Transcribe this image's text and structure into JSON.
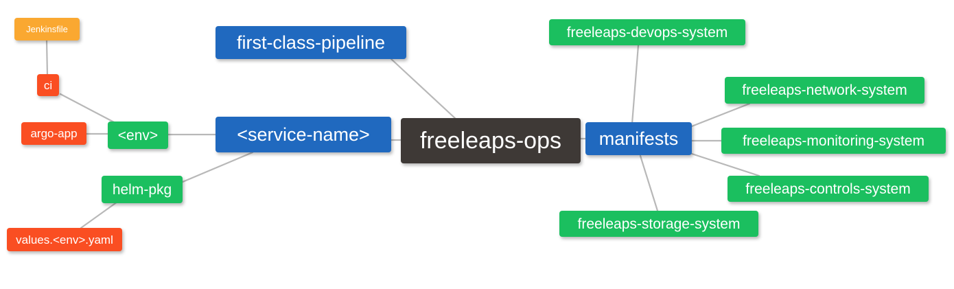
{
  "diagram": {
    "type": "mindmap",
    "title": "freeleaps-ops",
    "background": "#ffffff",
    "edge_color": "#b8b8b8",
    "palette": {
      "root_dark": "#3e3936",
      "blue": "#2069bf",
      "green": "#1bbf5f",
      "red": "#fa4e22",
      "orange": "#faa831",
      "text": "#ffffff"
    }
  },
  "nodes": {
    "root": {
      "label": "freeleaps-ops",
      "color": "#3e3936"
    },
    "service_name": {
      "label": "<service-name>",
      "color": "#2069bf"
    },
    "first_class_pipeline": {
      "label": "first-class-pipeline",
      "color": "#2069bf"
    },
    "manifests": {
      "label": "manifests",
      "color": "#2069bf"
    },
    "env": {
      "label": "<env>",
      "color": "#1bbf5f"
    },
    "helm_pkg": {
      "label": "helm-pkg",
      "color": "#1bbf5f"
    },
    "ci": {
      "label": "ci",
      "color": "#fa4e22"
    },
    "argo_app": {
      "label": "argo-app",
      "color": "#fa4e22"
    },
    "values_yaml": {
      "label": "values.<env>.yaml",
      "color": "#fa4e22"
    },
    "jenkinsfile": {
      "label": "Jenkinsfile",
      "color": "#faa831"
    },
    "devops_system": {
      "label": "freeleaps-devops-system",
      "color": "#1bbf5f"
    },
    "network_system": {
      "label": "freeleaps-network-system",
      "color": "#1bbf5f"
    },
    "monitoring_system": {
      "label": "freeleaps-monitoring-system",
      "color": "#1bbf5f"
    },
    "controls_system": {
      "label": "freeleaps-controls-system",
      "color": "#1bbf5f"
    },
    "storage_system": {
      "label": "freeleaps-storage-system",
      "color": "#1bbf5f"
    }
  },
  "edges": [
    {
      "from": "root",
      "to": "service_name"
    },
    {
      "from": "root",
      "to": "first_class_pipeline"
    },
    {
      "from": "root",
      "to": "manifests"
    },
    {
      "from": "service_name",
      "to": "env"
    },
    {
      "from": "service_name",
      "to": "helm_pkg"
    },
    {
      "from": "env",
      "to": "ci"
    },
    {
      "from": "env",
      "to": "argo_app"
    },
    {
      "from": "ci",
      "to": "jenkinsfile"
    },
    {
      "from": "helm_pkg",
      "to": "values_yaml"
    },
    {
      "from": "manifests",
      "to": "devops_system"
    },
    {
      "from": "manifests",
      "to": "network_system"
    },
    {
      "from": "manifests",
      "to": "monitoring_system"
    },
    {
      "from": "manifests",
      "to": "controls_system"
    },
    {
      "from": "manifests",
      "to": "storage_system"
    }
  ]
}
